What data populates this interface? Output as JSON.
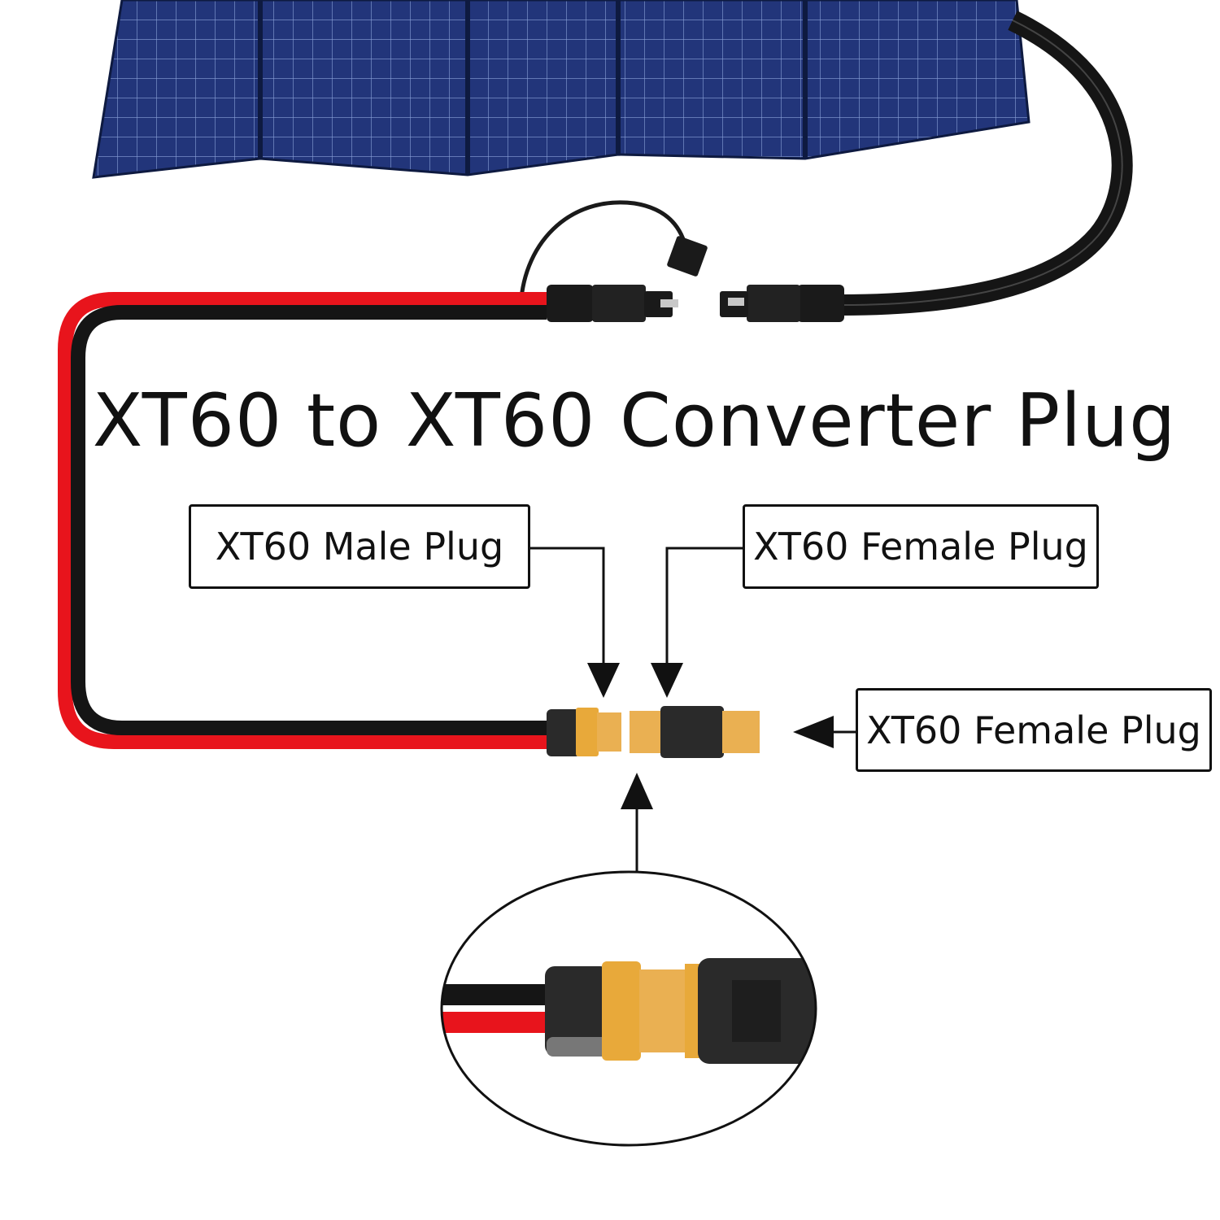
{
  "title": "XT60 to XT60 Converter Plug",
  "labels": {
    "male_plug": "XT60 Male Plug",
    "female_plug_top": "XT60 Female Plug",
    "female_plug_right": "XT60 Female Plug"
  },
  "colors": {
    "panel": "#1d2f6b",
    "red_wire": "#e8141c",
    "black_wire": "#151515",
    "connector_yellow": "#e8a93a",
    "connector_black": "#2a2a2a"
  }
}
